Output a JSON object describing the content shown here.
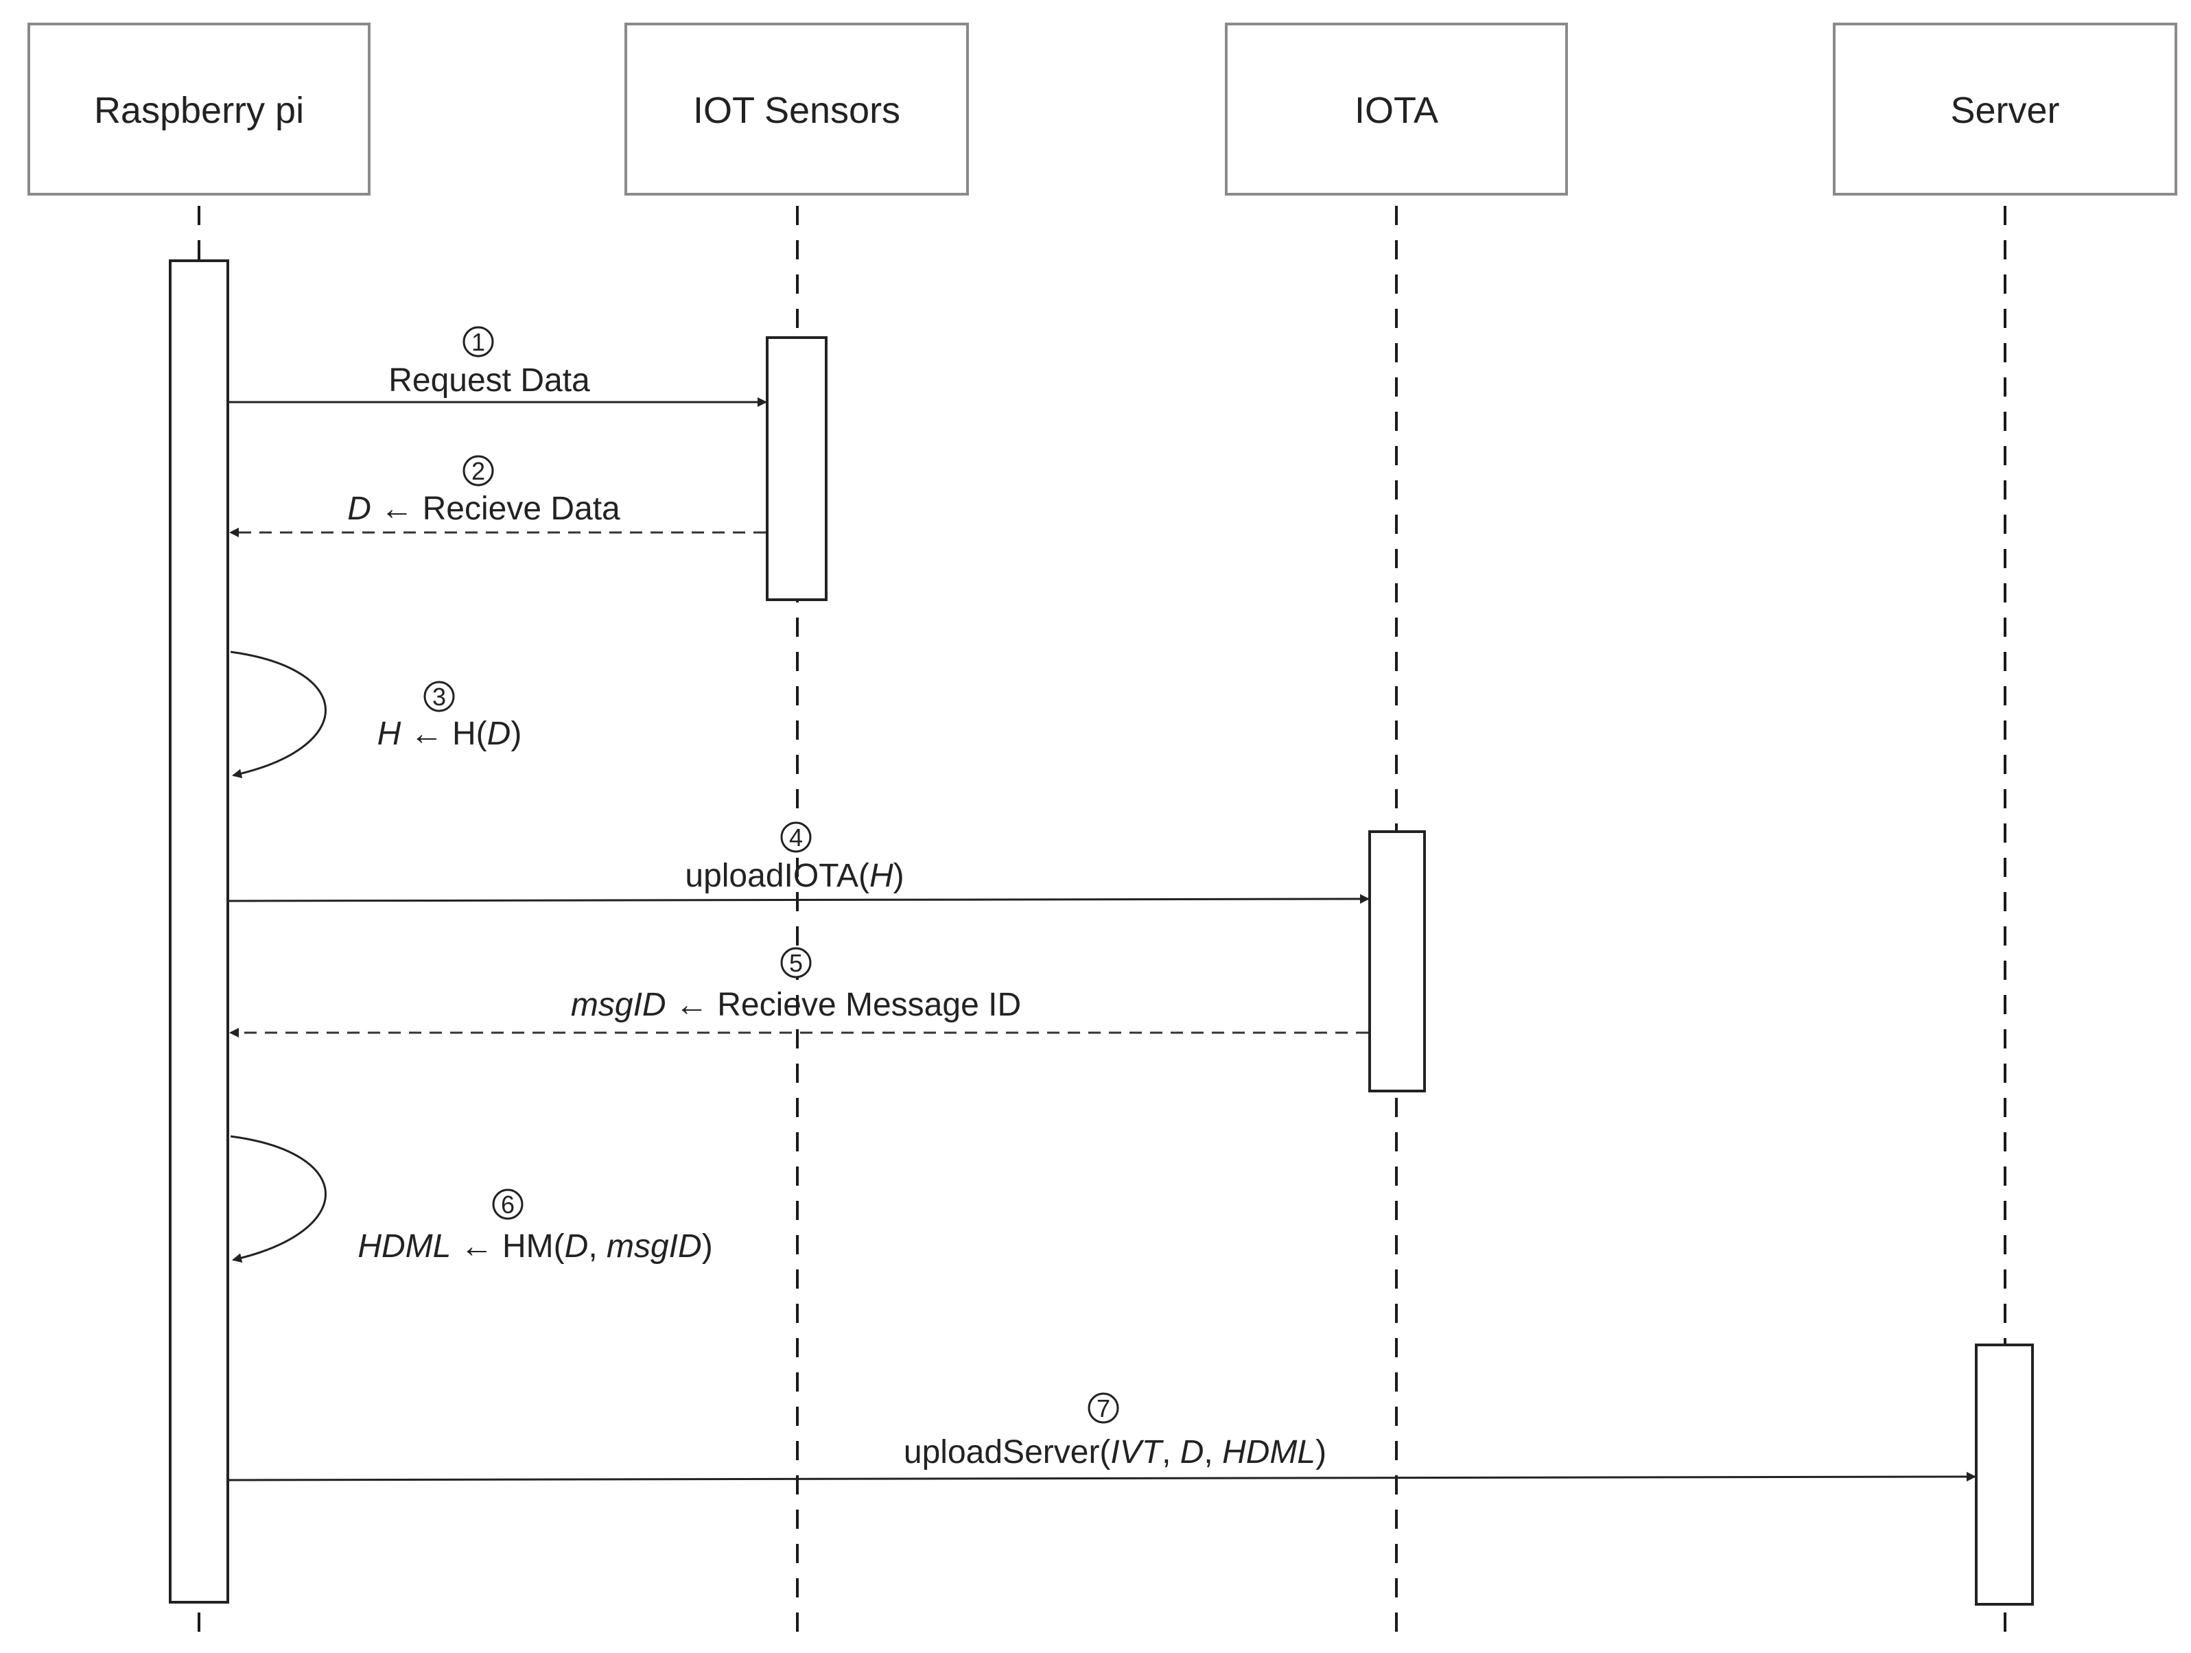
{
  "actors": [
    {
      "id": "raspberry",
      "label": "Raspberry pi"
    },
    {
      "id": "sensors",
      "label": "IOT Sensors"
    },
    {
      "id": "iota",
      "label": "IOTA"
    },
    {
      "id": "server",
      "label": "Server"
    }
  ],
  "messages": [
    {
      "step": "1",
      "label": "Request Data"
    },
    {
      "step": "2",
      "label_parts": [
        {
          "t": "D",
          "i": true
        },
        {
          "t": " ← Recieve Data",
          "i": false
        }
      ]
    },
    {
      "step": "3",
      "label_parts": [
        {
          "t": "H",
          "i": true
        },
        {
          "t": " ← H(",
          "i": false
        },
        {
          "t": "D",
          "i": true
        },
        {
          "t": ")",
          "i": false
        }
      ]
    },
    {
      "step": "4",
      "label_parts": [
        {
          "t": "uploadIOTA(",
          "i": false
        },
        {
          "t": "H",
          "i": true
        },
        {
          "t": ")",
          "i": false
        }
      ]
    },
    {
      "step": "5",
      "label_parts": [
        {
          "t": "msgID",
          "i": true
        },
        {
          "t": " ← Recieve Message ID",
          "i": false
        }
      ]
    },
    {
      "step": "6",
      "label_parts": [
        {
          "t": "HDML",
          "i": true
        },
        {
          "t": " ← HM(",
          "i": false
        },
        {
          "t": "D",
          "i": true
        },
        {
          "t": ", ",
          "i": false
        },
        {
          "t": "msgID",
          "i": true
        },
        {
          "t": ")",
          "i": false
        }
      ]
    },
    {
      "step": "7",
      "label_parts": [
        {
          "t": "uploadServer(",
          "i": false
        },
        {
          "t": "IVT",
          "i": true
        },
        {
          "t": ", ",
          "i": false
        },
        {
          "t": "D",
          "i": true
        },
        {
          "t": ", ",
          "i": false
        },
        {
          "t": "HDML",
          "i": true
        },
        {
          "t": ")",
          "i": false
        }
      ]
    }
  ]
}
